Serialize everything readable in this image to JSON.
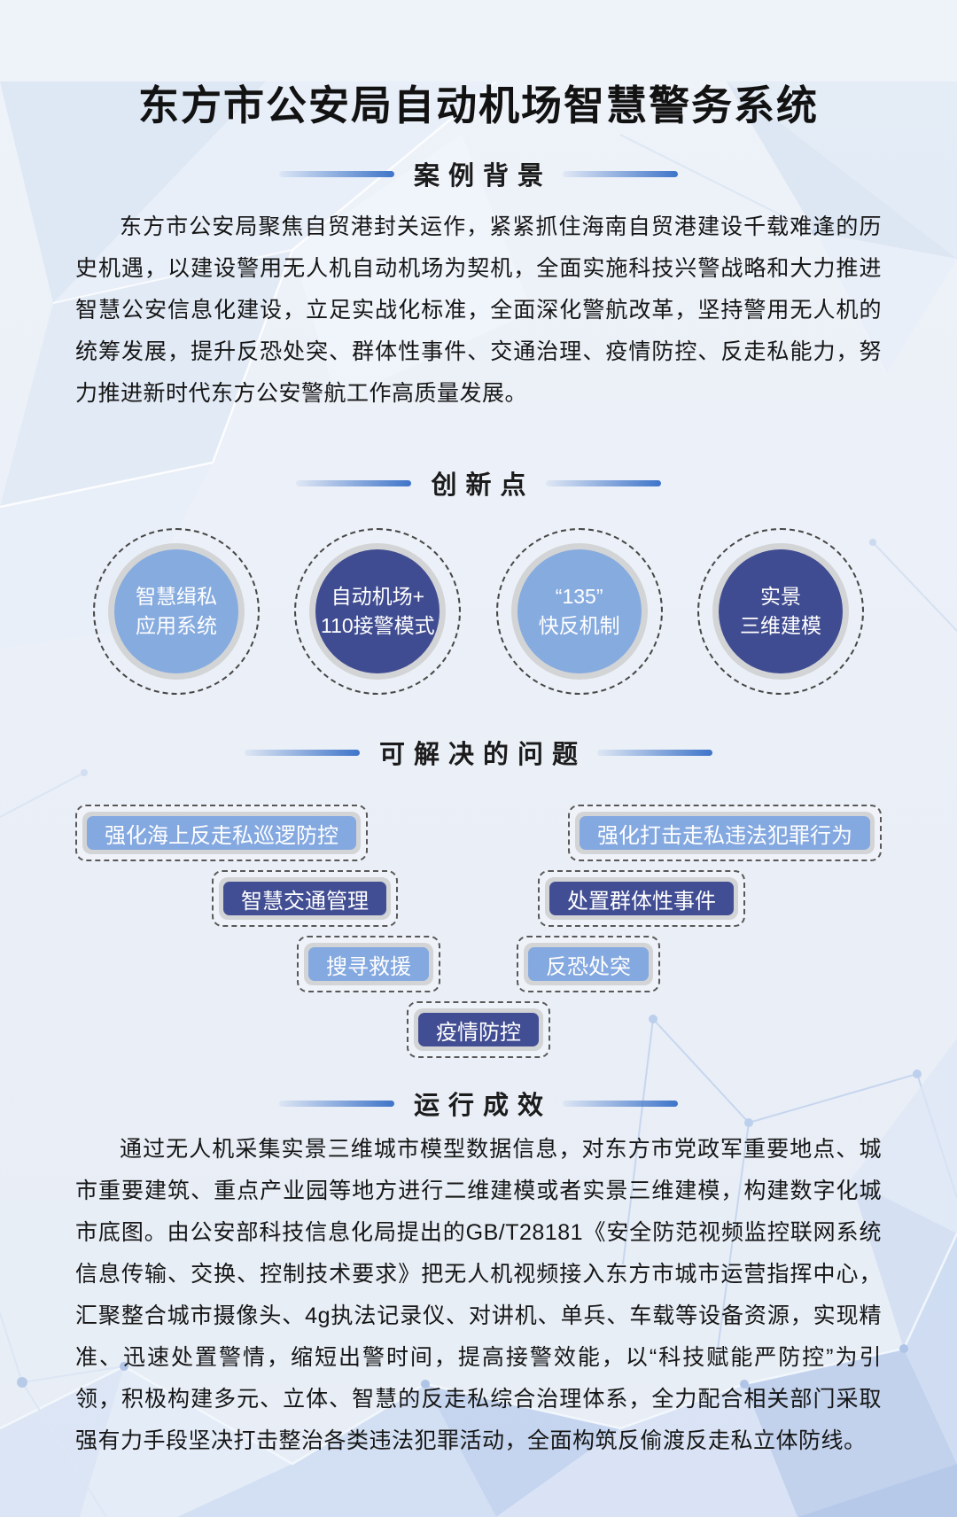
{
  "title": "东方市公安局自动机场智慧警务系统",
  "sections": {
    "background": {
      "heading": "案例背景",
      "paragraph": "东方市公安局聚焦自贸港封关运作，紧紧抓住海南自贸港建设千载难逢的历史机遇，以建设警用无人机自动机场为契机，全面实施科技兴警战略和大力推进智慧公安信息化建设，立足实战化标准，全面深化警航改革，坚持警用无人机的统筹发展，提升反恐处突、群体性事件、交通治理、疫情防控、反走私能力，努力推进新时代东方公安警航工作高质量发展。"
    },
    "innovation": {
      "heading": "创新点",
      "circles": [
        {
          "line1": "智慧缉私",
          "line2": "应用系统",
          "variant": "light"
        },
        {
          "line1": "自动机场+",
          "line2": "110接警模式",
          "variant": "dark"
        },
        {
          "line1": "“135”",
          "line2": "快反机制",
          "variant": "light"
        },
        {
          "line1": "实景",
          "line2": "三维建模",
          "variant": "dark"
        }
      ]
    },
    "problems": {
      "heading": "可解决的问题",
      "pills": [
        {
          "label": "强化海上反走私巡逻防控",
          "variant": "light"
        },
        {
          "label": "强化打击走私违法犯罪行为",
          "variant": "light"
        },
        {
          "label": "智慧交通管理",
          "variant": "dark"
        },
        {
          "label": "处置群体性事件",
          "variant": "dark"
        },
        {
          "label": "搜寻救援",
          "variant": "light"
        },
        {
          "label": "反恐处突",
          "variant": "light"
        },
        {
          "label": "疫情防控",
          "variant": "dark"
        }
      ]
    },
    "results": {
      "heading": "运行成效",
      "paragraph": "通过无人机采集实景三维城市模型数据信息，对东方市党政军重要地点、城市重要建筑、重点产业园等地方进行二维建模或者实景三维建模，构建数字化城市底图。由公安部科技信息化局提出的GB/T28181《安全防范视频监控联网系统信息传输、交换、控制技术要求》把无人机视频接入东方市城市运营指挥中心，汇聚整合城市摄像头、4g执法记录仪、对讲机、单兵、车载等设备资源，实现精准、迅速处置警情，缩短出警时间，提高接警效能，以“科技赋能严防控”为引领，积极构建多元、立体、智慧的反走私综合治理体系，全力配合相关部门采取强有力手段坚决打击整治各类违法犯罪活动，全面构筑反偷渡反走私立体防线。"
    }
  },
  "colors": {
    "accent_line_blue": "#3e74c9",
    "circle_light_blue": "#86abdf",
    "circle_dark_blue": "#404c91",
    "pill_light_blue": "#84a8e0",
    "pill_dark_blue": "#424e93",
    "gray_ring": "#d3d4d6"
  }
}
